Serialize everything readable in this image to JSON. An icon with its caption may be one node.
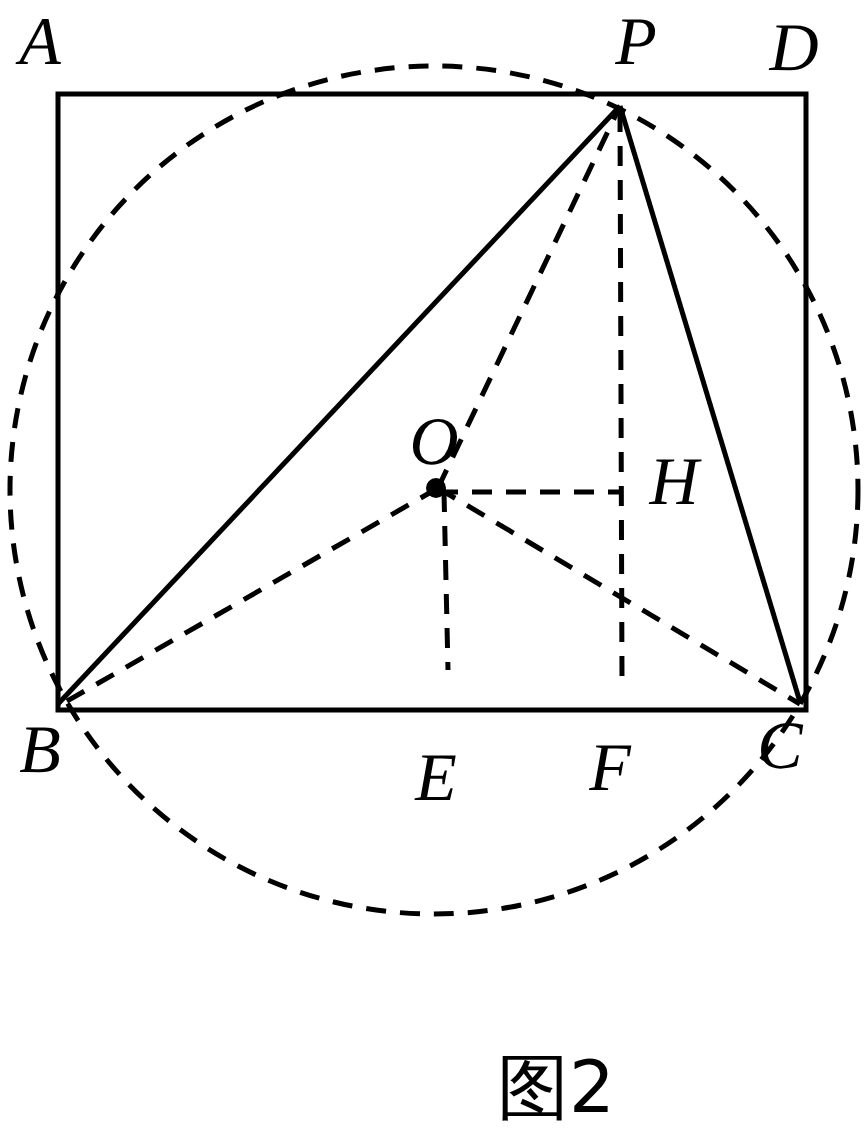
{
  "diagram": {
    "caption": "图2",
    "labels": [
      "A",
      "P",
      "D",
      "O",
      "H",
      "B",
      "E",
      "F",
      "C"
    ]
  }
}
